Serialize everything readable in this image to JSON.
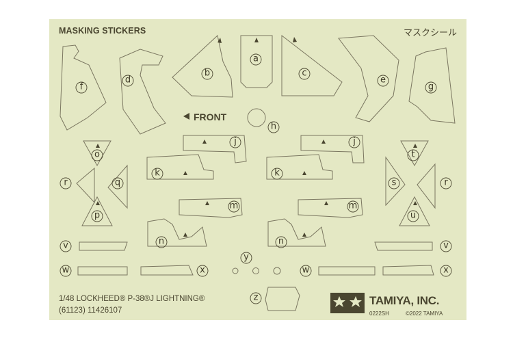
{
  "sheet": {
    "title": "MASKING STICKERS",
    "title_jp": "マスクシール",
    "front_label": "FRONT",
    "product_line1": "1/48 LOCKHEED® P-38®J LIGHTNING®",
    "product_line2": "(61123) 11426107",
    "brand": "TAMIYA, INC.",
    "code_left": "0222SH",
    "code_right": "©2022 TAMIYA",
    "colors": {
      "sheet": "#e4e8c4",
      "ink": "#4a4630",
      "stroke": "#7a7660"
    }
  },
  "labels": {
    "a": "a",
    "b": "b",
    "c": "c",
    "d": "d",
    "e": "e",
    "f": "f",
    "g": "g",
    "h": "h",
    "j": "j",
    "k": "k",
    "m": "m",
    "n": "n",
    "o": "o",
    "p": "p",
    "q": "q",
    "r": "r",
    "s": "s",
    "t": "t",
    "u": "u",
    "v": "v",
    "w": "w",
    "x": "x",
    "y": "y",
    "z": "z"
  }
}
